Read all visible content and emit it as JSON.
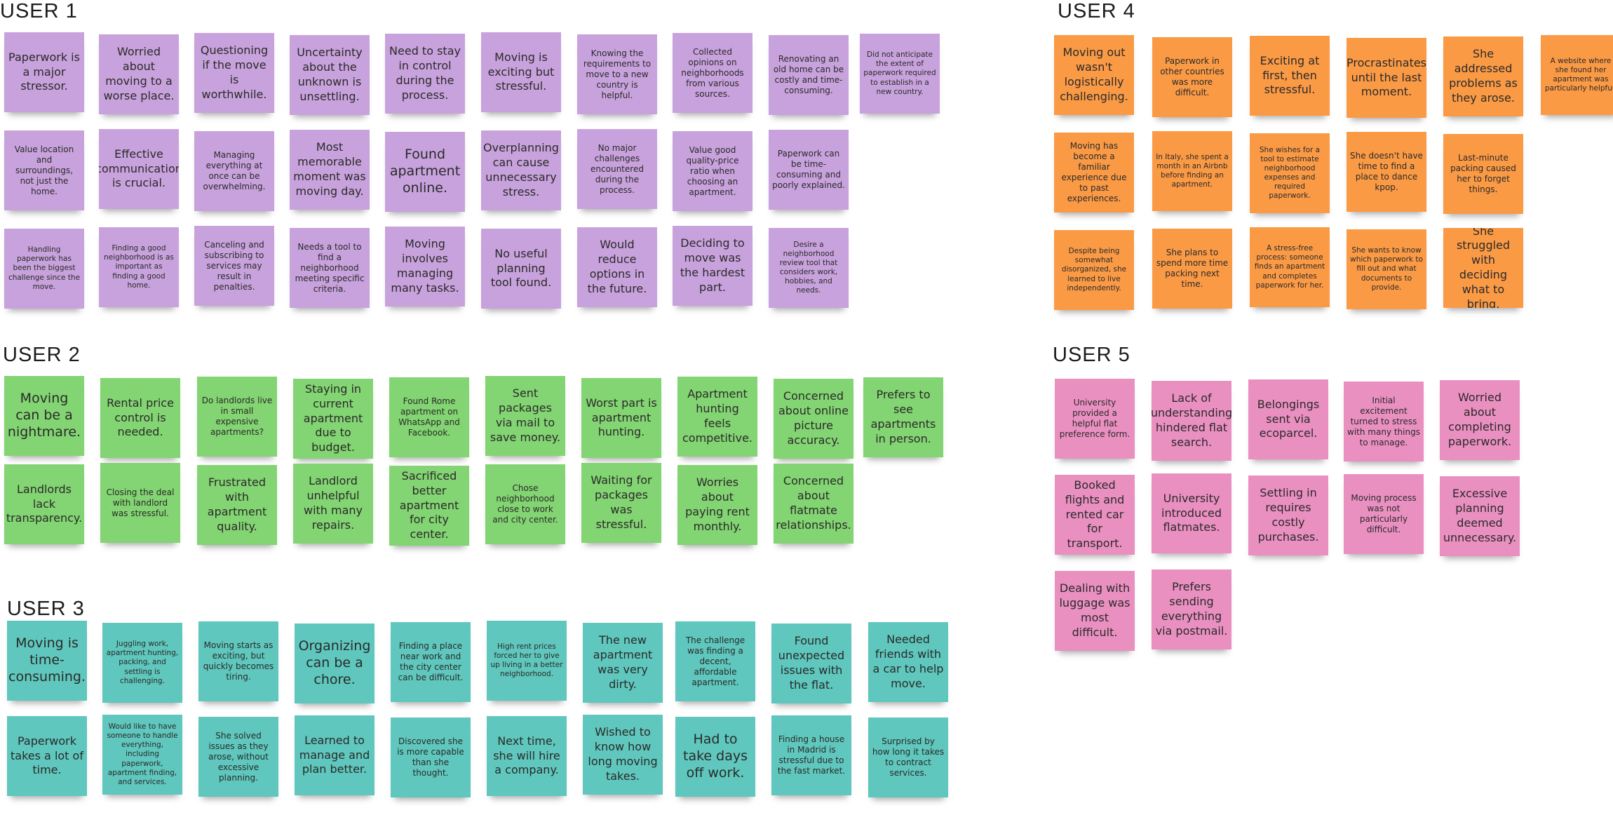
{
  "groups": [
    {
      "title": "USER 1",
      "color": "#c8a2dc",
      "rows": [
        [
          "Paperwork is a major stressor.",
          "Worried about moving to a worse place.",
          "Questioning if the move is worthwhile.",
          "Uncertainty about the unknown is unsettling.",
          "Need to stay in control during the process.",
          "Moving is exciting but stressful.",
          "Knowing the requirements to move to a new country is helpful.",
          "Collected opinions on neighborhoods from various sources.",
          "Renovating an old home can be costly and time-consuming.",
          "Did not anticipate the extent of paperwork required to establish in a new country."
        ],
        [
          "Value location and surroundings, not just the home.",
          "Effective communication is crucial.",
          "Managing everything at once can be overwhelming.",
          "Most memorable moment was moving day.",
          "Found apartment online.",
          "Overplanning can cause unnecessary stress.",
          "No major challenges encountered during the process.",
          "Value good quality-price ratio when choosing an apartment.",
          "Paperwork can be time-consuming and poorly explained."
        ],
        [
          "Handling paperwork has been the biggest challenge since the move.",
          "Finding a good neighborhood is as important as finding a good home.",
          "Canceling and subscribing to services may result in penalties.",
          "Needs a tool to find a neighborhood meeting specific criteria.",
          "Moving involves managing many tasks.",
          "No useful planning tool found.",
          "Would reduce options in the future.",
          "Deciding to move was the hardest part.",
          "Desire a neighborhood review tool that considers work, hobbies, and needs."
        ]
      ]
    },
    {
      "title": "USER 2",
      "color": "#83d472",
      "rows": [
        [
          "Moving can be a nightmare.",
          "Rental price control is needed.",
          "Do landlords live in small expensive apartments?",
          "Staying in current apartment due to budget.",
          "Found Rome apartment on WhatsApp and Facebook.",
          "Sent packages via mail to save money.",
          "Worst part is apartment hunting.",
          "Apartment hunting feels competitive.",
          "Concerned about online picture accuracy.",
          "Prefers to see apartments in person."
        ],
        [
          "Landlords lack transparency.",
          "Closing the deal with landlord was stressful.",
          "Frustrated with apartment quality.",
          "Landlord unhelpful with many repairs.",
          "Sacrificed better apartment for city center.",
          "Chose neighborhood close to work and city center.",
          "Waiting for packages was stressful.",
          "Worries about paying rent monthly.",
          "Concerned about flatmate relationships."
        ]
      ]
    },
    {
      "title": "USER 3",
      "color": "#5fc7bd",
      "rows": [
        [
          "Moving is time-consuming.",
          "Juggling work, apartment hunting, packing, and settling is challenging.",
          "Moving starts as exciting, but quickly becomes tiring.",
          "Organizing can be a chore.",
          "Finding a place near work and the city center can be difficult.",
          "High rent prices forced her to give up living in a better neighborhood.",
          "The new apartment was very dirty.",
          "The challenge was finding a decent, affordable apartment.",
          "Found unexpected issues with the flat.",
          "Needed friends with a car to help move."
        ],
        [
          "Paperwork takes a lot of time.",
          "Would like to have someone to handle everything, including paperwork, apartment finding, and services.",
          "She solved issues as they arose, without excessive planning.",
          "Learned to manage and plan better.",
          "Discovered she is more capable than she thought.",
          "Next time, she will hire a company.",
          "Wished to know how long moving takes.",
          "Had to take days off work.",
          "Finding a house in Madrid is stressful due to the fast market.",
          "Surprised by how long it takes to contract services."
        ]
      ]
    },
    {
      "title": "USER 4",
      "color": "#fb9a45",
      "rows": [
        [
          "Moving out wasn't logistically challenging.",
          "Paperwork in other countries was more difficult.",
          "Exciting at first, then stressful.",
          "Procrastinates until the last moment.",
          "She addressed problems as they arose.",
          "A website where she found her apartment was particularly helpful."
        ],
        [
          "Moving has become a familiar experience due to past experiences.",
          "In Italy, she spent a month in an Airbnb before finding an apartment.",
          "She wishes for a tool to estimate neighborhood expenses and required paperwork.",
          "She doesn't have time to find a place to dance kpop.",
          "Last-minute packing caused her to forget things."
        ],
        [
          "Despite being somewhat disorganized, she learned to live independently.",
          "She plans to spend more time packing next time.",
          "A stress-free process: someone finds an apartment and completes paperwork for her.",
          "She wants to know which paperwork to fill out and what documents to provide.",
          "She struggled with deciding what to bring."
        ]
      ]
    },
    {
      "title": "USER 5",
      "color": "#ea90c1",
      "rows": [
        [
          "University provided a helpful flat preference form.",
          "Lack of understanding hindered flat search.",
          "Belongings sent via ecoparcel.",
          "Initial excitement turned to stress with many things to manage.",
          "Worried about completing paperwork."
        ],
        [
          "Booked flights and rented car for transport.",
          "University introduced flatmates.",
          "Settling in requires costly purchases.",
          "Moving process was not particularly difficult.",
          "Excessive planning deemed unnecessary."
        ],
        [
          "Dealing with luggage was most difficult.",
          "Prefers sending everything via postmail."
        ]
      ]
    }
  ]
}
